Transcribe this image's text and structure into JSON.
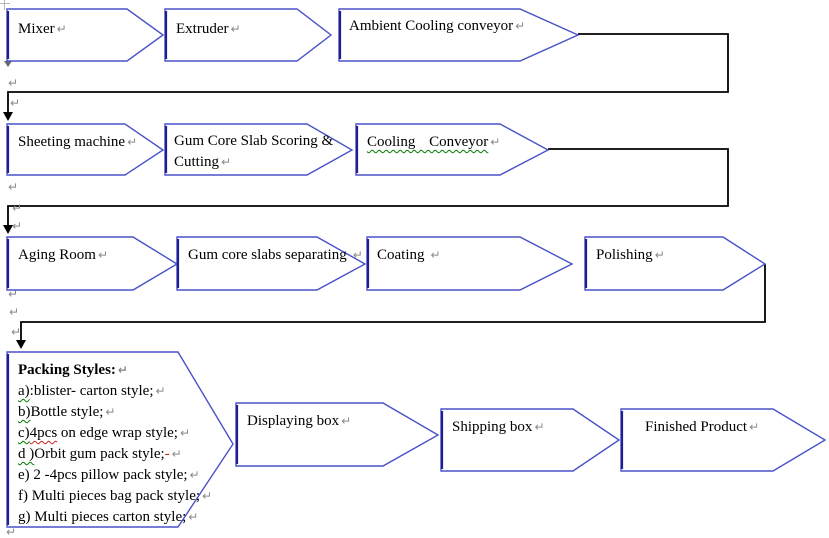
{
  "document": {
    "return_mark": "↵",
    "shapes": {
      "mixer": "Mixer",
      "extruder": "Extruder",
      "ambient_cooling_conveyor": "Ambient Cooling conveyor",
      "sheeting_machine": "Sheeting machine",
      "gum_core_slab_scoring_line1": "Gum Core Slab Scoring &",
      "gum_core_slab_scoring_line2": "Cutting",
      "cooling_conveyor": "Cooling Conveyor",
      "aging_room": "Aging Room",
      "gum_core_slabs_separating": "Gum core slabs separating",
      "coating": "Coating",
      "polishing": "Polishing",
      "displaying_box": "Displaying box",
      "shipping_box": "Shipping box",
      "finished_product": "Finished Product"
    },
    "packing": {
      "title": "Packing Styles:",
      "lines": [
        {
          "g": "a)",
          "rw": "",
          "t": ":blister- carton style;",
          "rd": ""
        },
        {
          "g": "b)",
          "rw": "",
          "t": "Bottle style;",
          "rd": ""
        },
        {
          "g": "c)",
          "rw": "4pcs",
          "t": " on edge wrap style;",
          "rd": ""
        },
        {
          "g": "d )",
          "rw": "",
          "t": "Orbit gum pack style;",
          "rd": "-"
        },
        {
          "g": "",
          "rw": "",
          "t": "e) 2 -4pcs pillow pack style;",
          "rd": ""
        },
        {
          "g": "",
          "rw": "",
          "t": "f) Multi pieces bag pack style;",
          "rd": ""
        },
        {
          "g": "",
          "rw": "",
          "t": "g) Multi pieces carton style;",
          "rd": ""
        }
      ]
    },
    "colors": {
      "shape_outline": "#4a52c8",
      "shape_left_edge": "#1f1f8f",
      "connector": "#000000",
      "grammar_squiggle": "#007a00",
      "spell_squiggle": "#cc2222",
      "formatting_mark": "#8a8a8a"
    }
  }
}
